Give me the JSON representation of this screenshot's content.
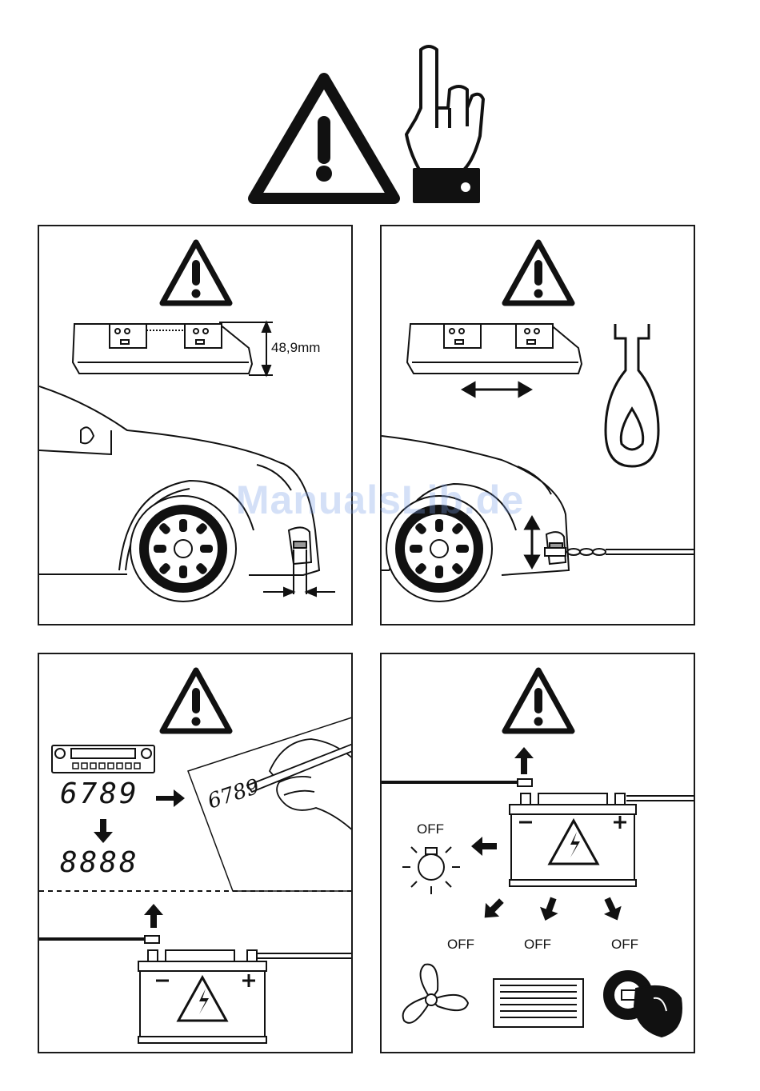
{
  "panel1": {
    "dimension_label": "48,9mm"
  },
  "panel3": {
    "display_code": "6789",
    "display_reset": "8888",
    "handwritten_code": "6789"
  },
  "panel4": {
    "off_labels": [
      "OFF",
      "OFF",
      "OFF",
      "OFF"
    ]
  },
  "watermark": "ManualsLib.de",
  "colors": {
    "ink": "#111111",
    "watermark": "#7aa0e6"
  }
}
